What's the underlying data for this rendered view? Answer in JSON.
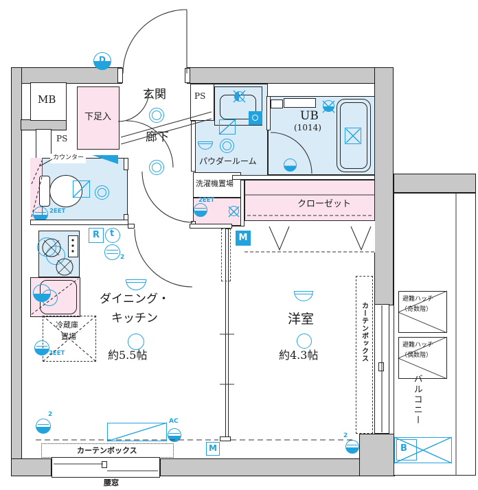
{
  "colors": {
    "accent": "#23a3dd",
    "wall": "#c8c8c8",
    "room_blue": "#d9ebf6",
    "room_pink": "#fbe2ec"
  },
  "labels": {
    "mb": "MB",
    "ps_left": "PS",
    "ps_right": "PS",
    "genkan": "玄関",
    "shoe_cabinet": "下足入",
    "hallway": "廊下",
    "counter": "カウンター",
    "powder_room": "パウダールーム",
    "unit_bath": "UB",
    "unit_bath_size": "(1014)",
    "laundry": "洗濯機置場",
    "closet": "クローゼット",
    "dk_line1": "ダイニング・",
    "dk_line2": "キッチン",
    "dk_area": "約5.5帖",
    "western_room": "洋室",
    "western_room_area": "約4.3帖",
    "fridge_line1": "冷蔵庫",
    "fridge_line2": "置場",
    "curtain_box_bottom": "カーテンボックス",
    "curtain_box_side": "カーテンボックス",
    "waist_window": "腰窓",
    "balcony": "バルコニー",
    "hatch_top_line1": "避難ハッチ",
    "hatch_top_line2": "（奇数階）",
    "hatch_bottom_line1": "避難ハッチ",
    "hatch_bottom_line2": "（偶数階）"
  },
  "marks": {
    "d": "D",
    "r": "R",
    "t": "t",
    "m_top": "M",
    "m_bottom": "M",
    "b": "B",
    "ac": "AC",
    "outlet_2eet_toilet": "2EET",
    "outlet_2eet_laundry": "2EET",
    "outlet_2eet_fridge": "2EET",
    "two_dk": "2",
    "two_bedroom": "2",
    "two_rt": "2"
  }
}
